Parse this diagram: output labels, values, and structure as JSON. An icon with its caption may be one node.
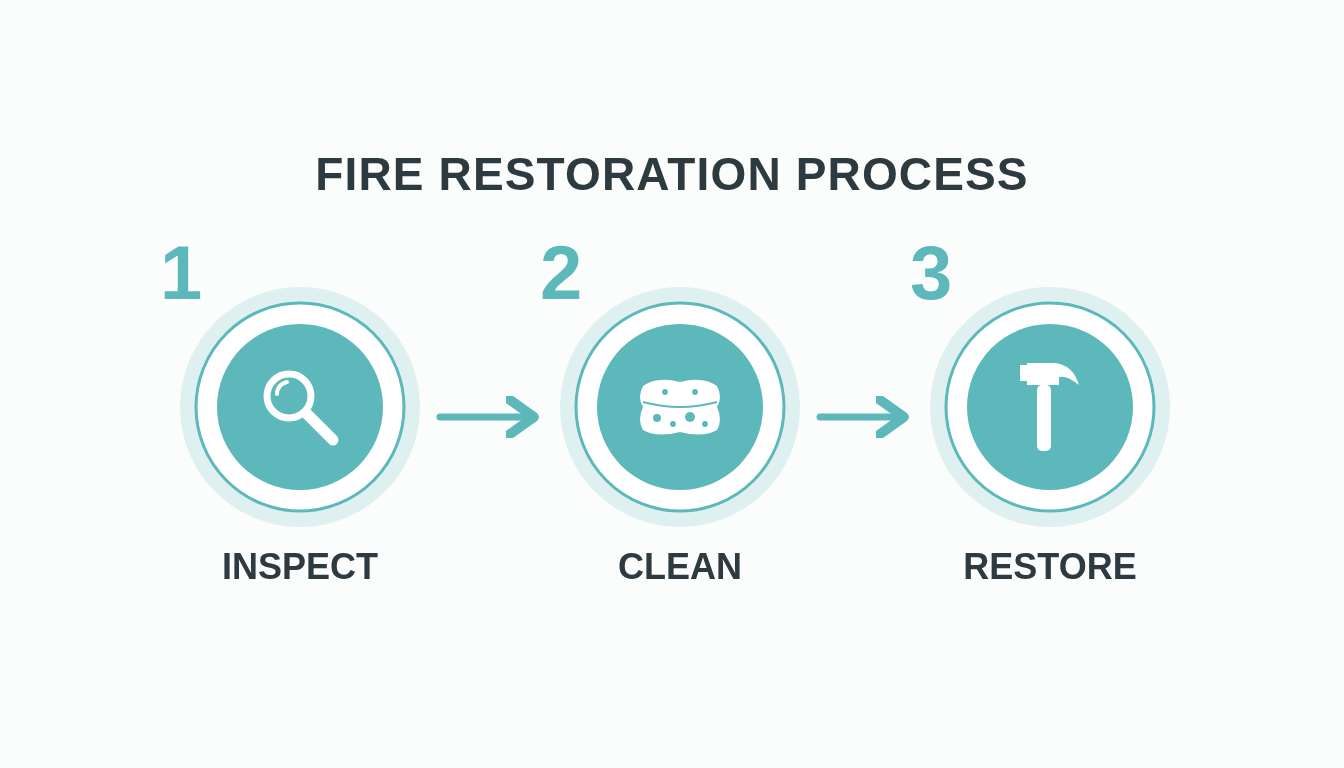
{
  "diagram": {
    "title": "FIRE RESTORATION PROCESS",
    "nodes": [
      {
        "text": [
          "1",
          "INSPECT"
        ]
      },
      {
        "text": [
          "2",
          "CLEAN"
        ]
      },
      {
        "text": [
          "3",
          "RESTORE"
        ]
      }
    ],
    "edges": [
      {
        "from": 0,
        "to": 1,
        "arrow": "to"
      },
      {
        "from": 1,
        "to": 2,
        "arrow": "to"
      }
    ]
  }
}
